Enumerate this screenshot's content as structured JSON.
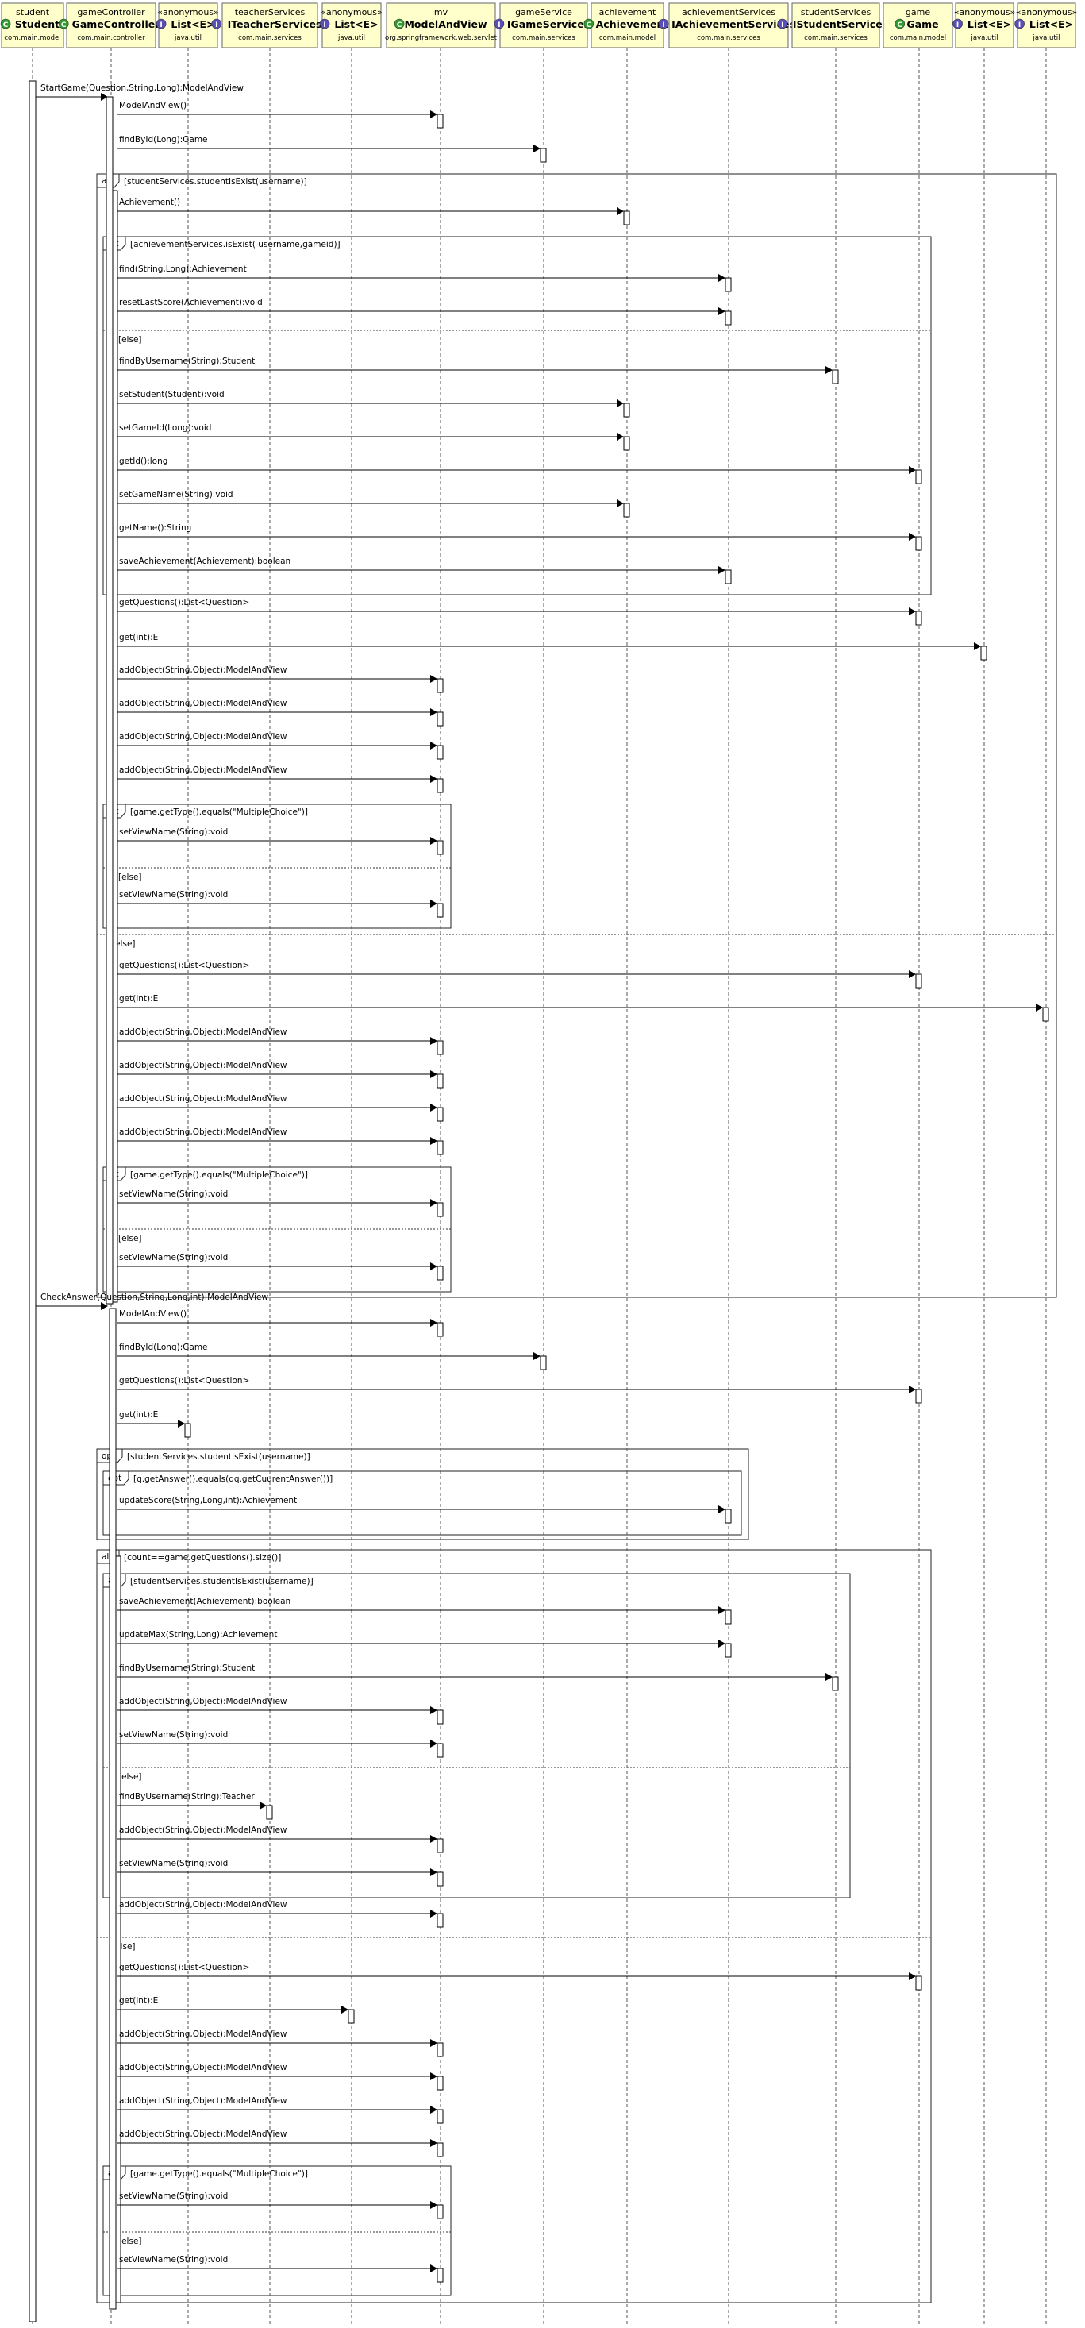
{
  "colors": {
    "header_fill": "#ffffcc",
    "header_stroke": "#666666",
    "line": "#000000",
    "lifeline": "#555555",
    "class_icon": "#2e9b2e",
    "interface_icon": "#5a4fb6"
  },
  "participants": [
    {
      "id": "student",
      "top": "student",
      "name": "Student",
      "pkg": "com.main.model",
      "icon": "class-icon"
    },
    {
      "id": "gameController",
      "top": "gameController",
      "name": "GameController",
      "pkg": "com.main.controller",
      "icon": "class-icon"
    },
    {
      "id": "anon1",
      "top": "«anonymous»",
      "name": "List<E>",
      "pkg": "java.util",
      "icon": "interface-icon"
    },
    {
      "id": "teacherServices",
      "top": "teacherServices",
      "name": "ITeacherServices",
      "pkg": "com.main.services",
      "icon": "interface-icon"
    },
    {
      "id": "anon2",
      "top": "«anonymous»",
      "name": "List<E>",
      "pkg": "java.util",
      "icon": "interface-icon"
    },
    {
      "id": "mv",
      "top": "mv",
      "name": "ModelAndView",
      "pkg": "org.springframework.web.servlet",
      "icon": "class-icon"
    },
    {
      "id": "gameService",
      "top": "gameService",
      "name": "IGameServices",
      "pkg": "com.main.services",
      "icon": "interface-icon"
    },
    {
      "id": "achievement",
      "top": "achievement",
      "name": "Achievement",
      "pkg": "com.main.model",
      "icon": "class-icon"
    },
    {
      "id": "achievementServices",
      "top": "achievementServices",
      "name": "IAchievementServices",
      "pkg": "com.main.services",
      "icon": "interface-icon"
    },
    {
      "id": "studentServices",
      "top": "studentServices",
      "name": "IStudentServices",
      "pkg": "com.main.services",
      "icon": "interface-icon"
    },
    {
      "id": "game",
      "top": "game",
      "name": "Game",
      "pkg": "com.main.model",
      "icon": "class-icon"
    },
    {
      "id": "anon3",
      "top": "«anonymous»",
      "name": "List<E>",
      "pkg": "java.util",
      "icon": "interface-icon"
    },
    {
      "id": "anon4",
      "top": "«anonymous»",
      "name": "List<E>",
      "pkg": "java.util",
      "icon": "interface-icon"
    }
  ],
  "messages": [
    {
      "text": "StartGame(Question,String,Long):ModelAndView",
      "from": "student",
      "to": "gameController"
    },
    {
      "text": "ModelAndView()",
      "from": "gameController",
      "to": "mv"
    },
    {
      "text": "findById(Long):Game",
      "from": "gameController",
      "to": "gameService"
    },
    {
      "text": "Achievement()",
      "from": "gameController",
      "to": "achievement"
    },
    {
      "text": "find(String,Long):Achievement",
      "from": "gameController",
      "to": "achievementServices"
    },
    {
      "text": "resetLastScore(Achievement):void",
      "from": "gameController",
      "to": "achievementServices"
    },
    {
      "text": "findByUsername(String):Student",
      "from": "gameController",
      "to": "studentServices"
    },
    {
      "text": "setStudent(Student):void",
      "from": "gameController",
      "to": "achievement"
    },
    {
      "text": "setGameId(Long):void",
      "from": "gameController",
      "to": "achievement"
    },
    {
      "text": "getId():long",
      "from": "gameController",
      "to": "game"
    },
    {
      "text": "setGameName(String):void",
      "from": "gameController",
      "to": "achievement"
    },
    {
      "text": "getName():String",
      "from": "gameController",
      "to": "game"
    },
    {
      "text": "saveAchievement(Achievement):boolean",
      "from": "gameController",
      "to": "achievementServices"
    },
    {
      "text": "getQuestions():List<Question>",
      "from": "gameController",
      "to": "game"
    },
    {
      "text": "get(int):E",
      "from": "gameController",
      "to": "anon3"
    },
    {
      "text": "addObject(String,Object):ModelAndView",
      "from": "gameController",
      "to": "mv"
    },
    {
      "text": "addObject(String,Object):ModelAndView",
      "from": "gameController",
      "to": "mv"
    },
    {
      "text": "addObject(String,Object):ModelAndView",
      "from": "gameController",
      "to": "mv"
    },
    {
      "text": "addObject(String,Object):ModelAndView",
      "from": "gameController",
      "to": "mv"
    },
    {
      "text": "setViewName(String):void",
      "from": "gameController",
      "to": "mv"
    },
    {
      "text": "setViewName(String):void",
      "from": "gameController",
      "to": "mv"
    },
    {
      "text": "getQuestions():List<Question>",
      "from": "gameController",
      "to": "game"
    },
    {
      "text": "get(int):E",
      "from": "gameController",
      "to": "anon4"
    },
    {
      "text": "addObject(String,Object):ModelAndView",
      "from": "gameController",
      "to": "mv"
    },
    {
      "text": "addObject(String,Object):ModelAndView",
      "from": "gameController",
      "to": "mv"
    },
    {
      "text": "addObject(String,Object):ModelAndView",
      "from": "gameController",
      "to": "mv"
    },
    {
      "text": "addObject(String,Object):ModelAndView",
      "from": "gameController",
      "to": "mv"
    },
    {
      "text": "setViewName(String):void",
      "from": "gameController",
      "to": "mv"
    },
    {
      "text": "setViewName(String):void",
      "from": "gameController",
      "to": "mv"
    },
    {
      "text": "CheckAnswer(Question,String,Long,int):ModelAndView",
      "from": "student",
      "to": "gameController"
    },
    {
      "text": "ModelAndView()",
      "from": "gameController",
      "to": "mv"
    },
    {
      "text": "findById(Long):Game",
      "from": "gameController",
      "to": "gameService"
    },
    {
      "text": "getQuestions():List<Question>",
      "from": "gameController",
      "to": "game"
    },
    {
      "text": "get(int):E",
      "from": "gameController",
      "to": "anon1"
    },
    {
      "text": "updateScore(String,Long,int):Achievement",
      "from": "gameController",
      "to": "achievementServices"
    },
    {
      "text": "saveAchievement(Achievement):boolean",
      "from": "gameController",
      "to": "achievementServices"
    },
    {
      "text": "updateMax(String,Long):Achievement",
      "from": "gameController",
      "to": "achievementServices"
    },
    {
      "text": "findByUsername(String):Student",
      "from": "gameController",
      "to": "studentServices"
    },
    {
      "text": "addObject(String,Object):ModelAndView",
      "from": "gameController",
      "to": "mv"
    },
    {
      "text": "setViewName(String):void",
      "from": "gameController",
      "to": "mv"
    },
    {
      "text": "findByUsername(String):Teacher",
      "from": "gameController",
      "to": "teacherServices"
    },
    {
      "text": "addObject(String,Object):ModelAndView",
      "from": "gameController",
      "to": "mv"
    },
    {
      "text": "setViewName(String):void",
      "from": "gameController",
      "to": "mv"
    },
    {
      "text": "addObject(String,Object):ModelAndView",
      "from": "gameController",
      "to": "mv"
    },
    {
      "text": "getQuestions():List<Question>",
      "from": "gameController",
      "to": "game"
    },
    {
      "text": "get(int):E",
      "from": "gameController",
      "to": "anon2"
    },
    {
      "text": "addObject(String,Object):ModelAndView",
      "from": "gameController",
      "to": "mv"
    },
    {
      "text": "addObject(String,Object):ModelAndView",
      "from": "gameController",
      "to": "mv"
    },
    {
      "text": "addObject(String,Object):ModelAndView",
      "from": "gameController",
      "to": "mv"
    },
    {
      "text": "addObject(String,Object):ModelAndView",
      "from": "gameController",
      "to": "mv"
    },
    {
      "text": "setViewName(String):void",
      "from": "gameController",
      "to": "mv"
    },
    {
      "text": "setViewName(String):void",
      "from": "gameController",
      "to": "mv"
    }
  ],
  "fragments": [
    {
      "kind": "alt",
      "guard": "[studentServices.studentIsExist(username)]",
      "else": [
        "[else]"
      ]
    },
    {
      "kind": "alt",
      "guard": "[achievementServices.isExist( username,gameid)]",
      "else": [
        "[else]"
      ]
    },
    {
      "kind": "alt",
      "guard": "[game.getType().equals(\"MultipleChoice\")]",
      "else": [
        "[else]"
      ]
    },
    {
      "kind": "alt",
      "guard": "[game.getType().equals(\"MultipleChoice\")]",
      "else": [
        "[else]"
      ]
    },
    {
      "kind": "opt",
      "guard": "[studentServices.studentIsExist(username)]",
      "else": []
    },
    {
      "kind": "opt",
      "guard": "[q.getAnswer().equals(qq.getCuurentAnswer())]",
      "else": []
    },
    {
      "kind": "alt",
      "guard": "[count==game.getQuestions().size()]",
      "else": [
        "[else]"
      ]
    },
    {
      "kind": "alt",
      "guard": "[studentServices.studentIsExist(username)]",
      "else": [
        "[else]"
      ]
    },
    {
      "kind": "alt",
      "guard": "[game.getType().equals(\"MultipleChoice\")]",
      "else": [
        "[else]"
      ]
    }
  ]
}
